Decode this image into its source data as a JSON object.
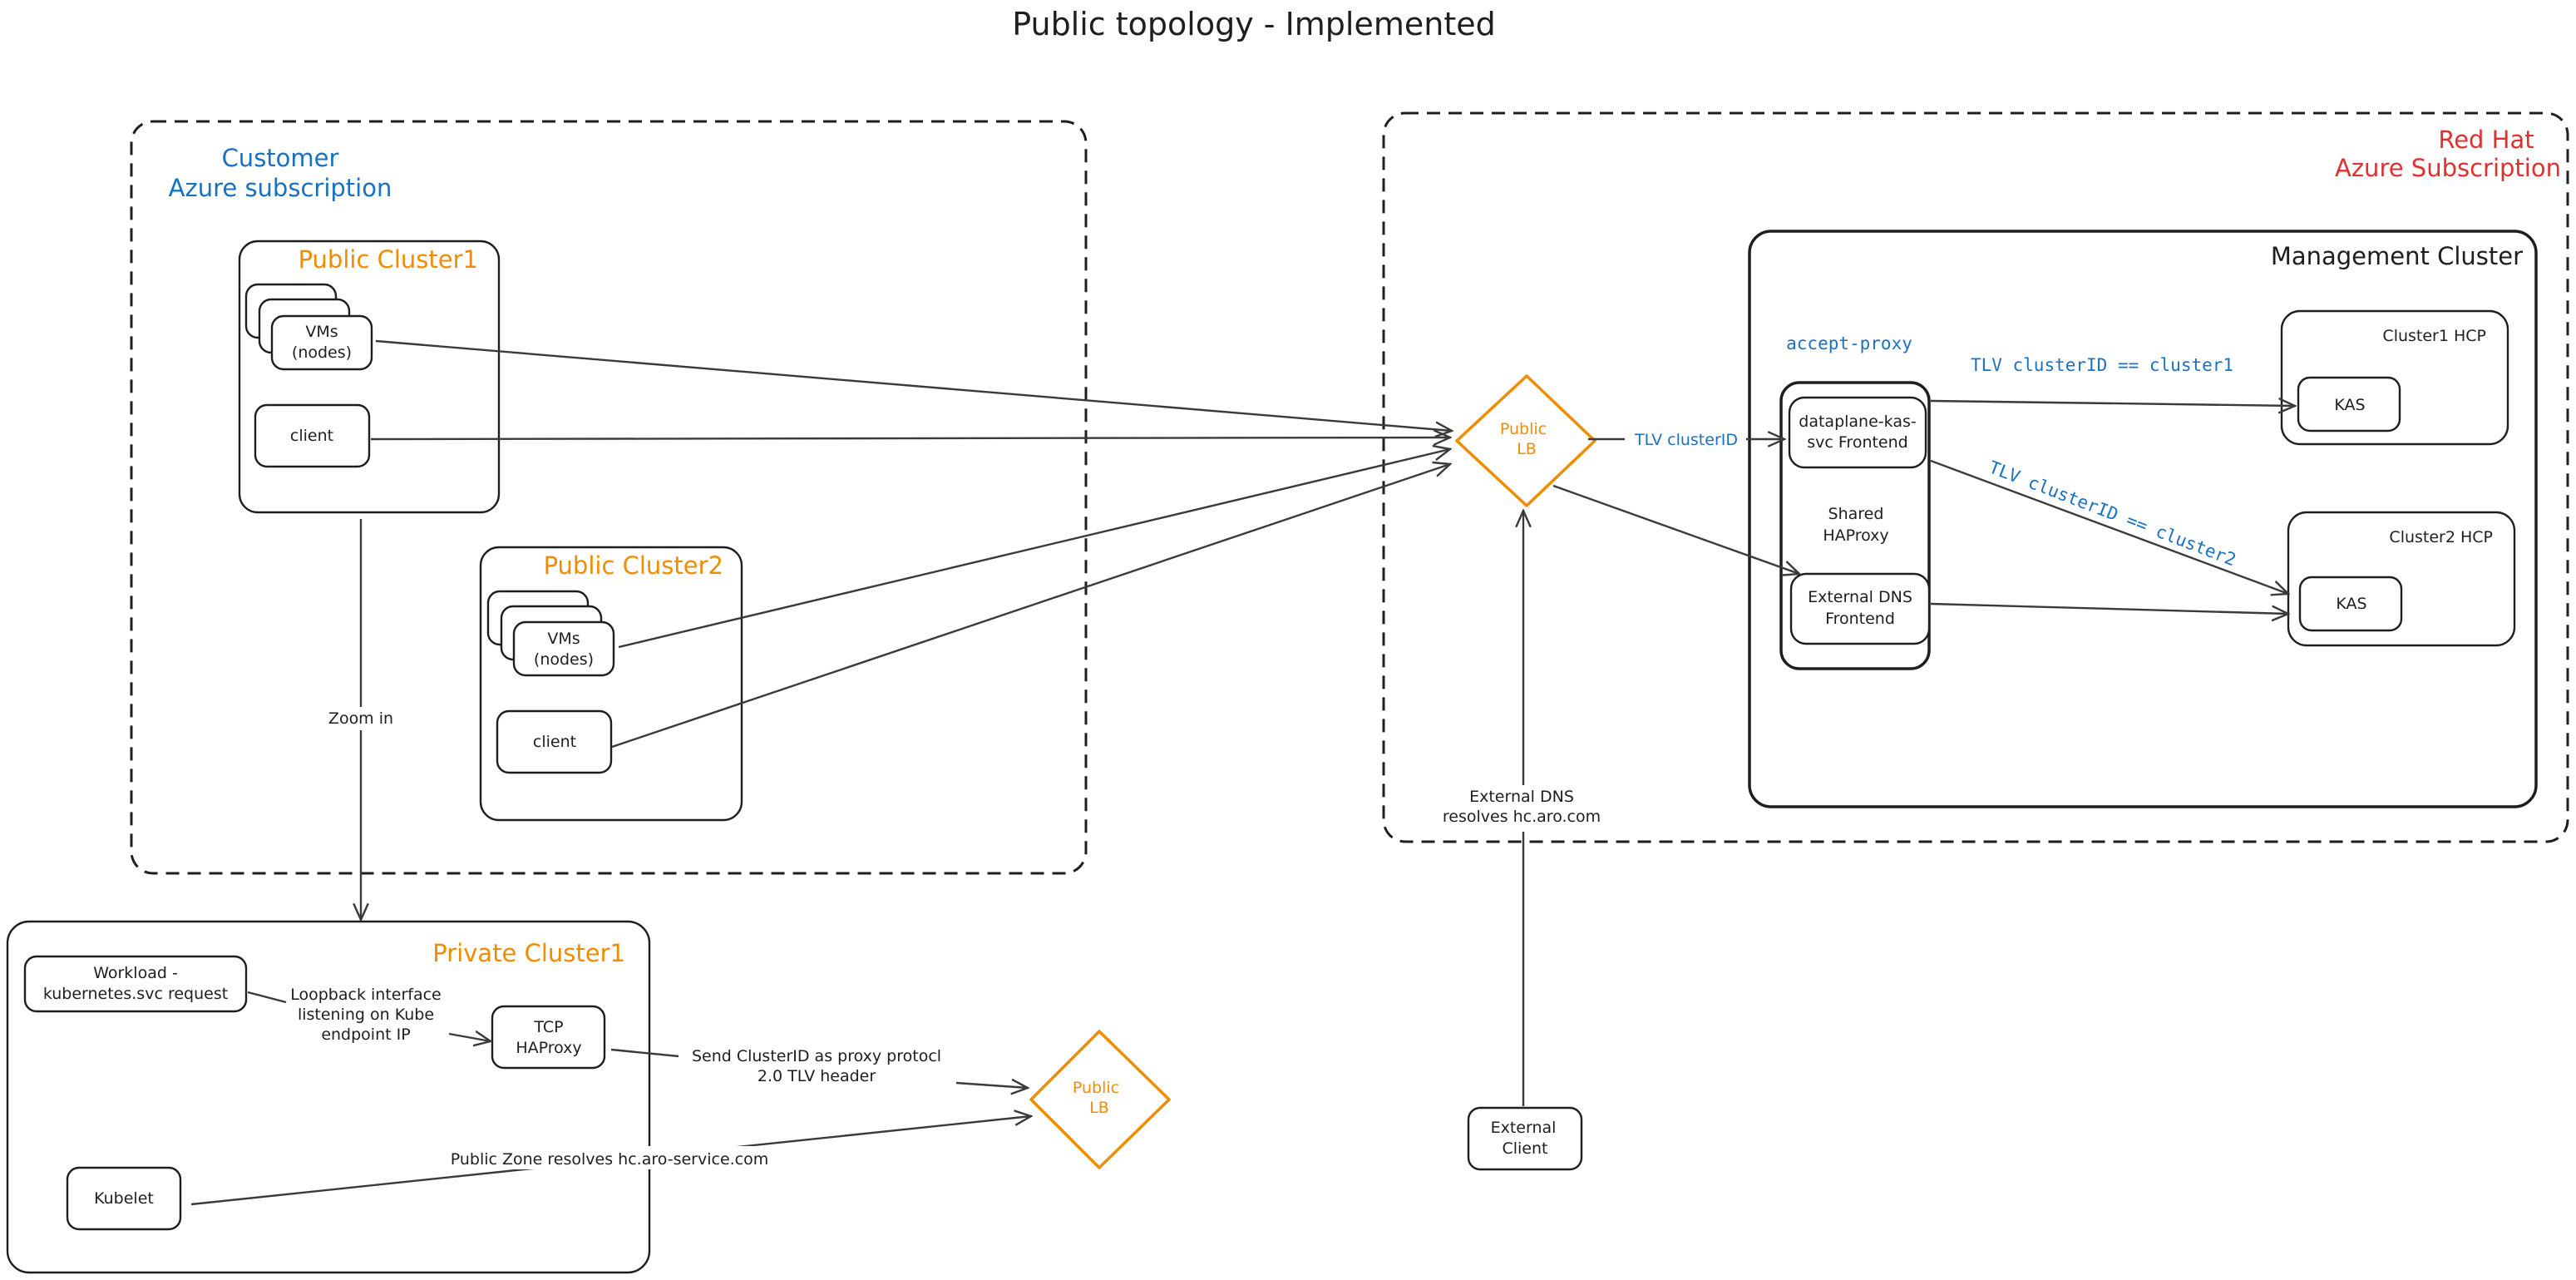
{
  "title": "Public topology - Implemented",
  "colors": {
    "cluster_label": "#f08c00",
    "customer_label": "#1971c2",
    "redhat_label": "#e03131",
    "tlv_label": "#1971c2",
    "stroke": "#1e1e1e"
  },
  "customer_subscription": {
    "label_line1": "Customer",
    "label_line2": "Azure subscription"
  },
  "public_cluster1": {
    "label": "Public Cluster1",
    "vms_line1": "VMs",
    "vms_line2": "(nodes)",
    "client": "client"
  },
  "public_cluster2": {
    "label": "Public Cluster2",
    "vms_line1": "VMs",
    "vms_line2": "(nodes)",
    "client": "client"
  },
  "zoom_in_label": "Zoom in",
  "private_cluster1": {
    "label": "Private Cluster1",
    "workload_line1": "Workload -",
    "workload_line2": "kubernetes.svc request",
    "loopback_line1": "Loopback interface",
    "loopback_line2": "listening on Kube",
    "loopback_line3": "endpoint IP",
    "tcp_line1": "TCP",
    "tcp_line2": "HAProxy",
    "kubelet": "Kubelet",
    "send_line1": "Send ClusterID as proxy protocl",
    "send_line2": "2.0 TLV header",
    "public_zone": "Public Zone resolves hc.aro-service.com"
  },
  "public_lb_bottom": {
    "line1": "Public",
    "line2": "LB"
  },
  "public_lb_top": {
    "line1": "Public",
    "line2": "LB"
  },
  "tlv_cluster_id": "TLV clusterID",
  "redhat_subscription": {
    "label_line1": "Red Hat",
    "label_line2": "Azure Subscription"
  },
  "management_cluster": {
    "label": "Management Cluster",
    "accept_proxy": "accept-proxy",
    "dataplane_line1": "dataplane-kas-",
    "dataplane_line2": "svc Frontend",
    "shared_line1": "Shared",
    "shared_line2": "HAProxy",
    "extdns_line1": "External DNS",
    "extdns_line2": "Frontend",
    "tlv_cluster1": "TLV clusterID == cluster1",
    "tlv_cluster2": "TLV clusterID == cluster2",
    "cluster1_hcp": "Cluster1 HCP",
    "cluster2_hcp": "Cluster2 HCP",
    "kas1": "KAS",
    "kas2": "KAS"
  },
  "external_dns_line1": "External DNS",
  "external_dns_line2": "resolves hc.aro.com",
  "external_client_line1": "External",
  "external_client_line2": "Client"
}
